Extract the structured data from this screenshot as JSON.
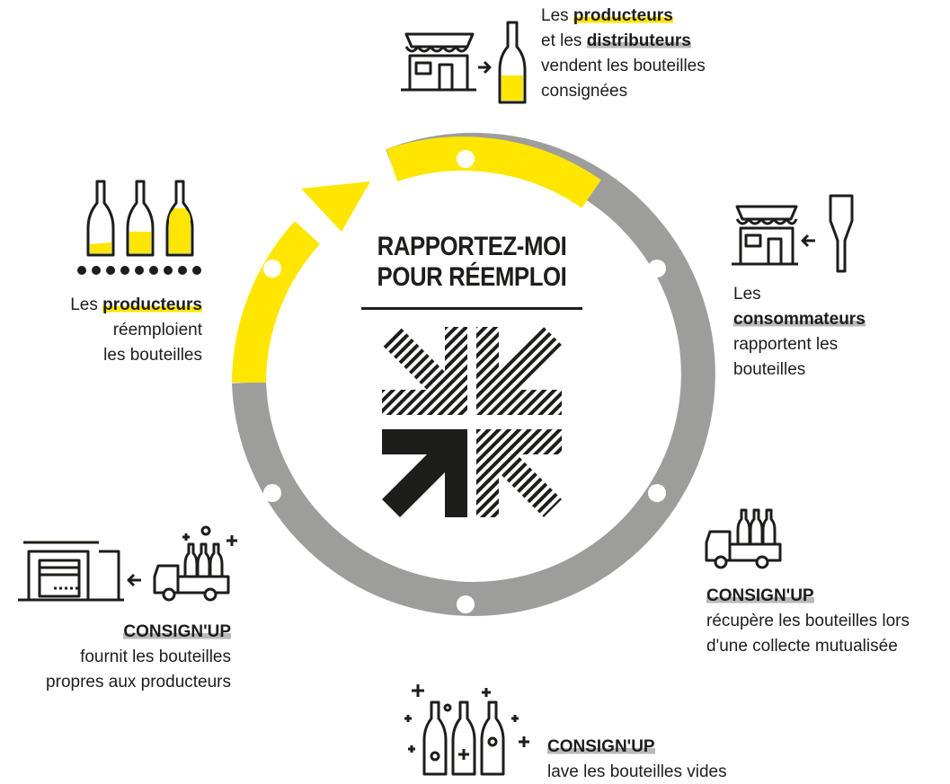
{
  "colors": {
    "accent": "#ffe600",
    "ring": "#9d9d9c",
    "ink": "#1d1d1b"
  },
  "center": {
    "title_line1": "RAPPORTEZ-MOI",
    "title_line2": "POUR RÉEMPLOI",
    "logo_icon": "reuse-arrows-logo"
  },
  "steps": {
    "sell": {
      "icon": "shop-to-bottle-icon",
      "l1_pre": "Les ",
      "l1_hl": "producteurs",
      "l2_pre": "et les ",
      "l2_hl": "distributeurs",
      "l3": "vendent les bouteilles",
      "l4": "consignées"
    },
    "return": {
      "icon": "empty-bottle-to-shop-icon",
      "l1": "Les",
      "l2_hl": "consommateurs",
      "l3": "rapportent les",
      "l4": "bouteilles"
    },
    "collect": {
      "icon": "truck-with-bottles-icon",
      "l1_hl": "CONSIGN'UP",
      "l2": "récupère les bouteilles lors",
      "l3": "d'une collecte mutualisée"
    },
    "wash": {
      "icon": "sparkling-bottles-icon",
      "l1_hl": "CONSIGN'UP",
      "l2": "lave les bouteilles vides"
    },
    "supply": {
      "icon": "truck-to-warehouse-icon",
      "l1_hl": "CONSIGN'UP",
      "l2": "fournit les bouteilles",
      "l3": "propres aux producteurs"
    },
    "reuse": {
      "icon": "filling-bottles-icon",
      "l1_pre": "Les ",
      "l1_hl": "producteurs",
      "l2": "réemploient",
      "l3": "les bouteilles"
    }
  }
}
